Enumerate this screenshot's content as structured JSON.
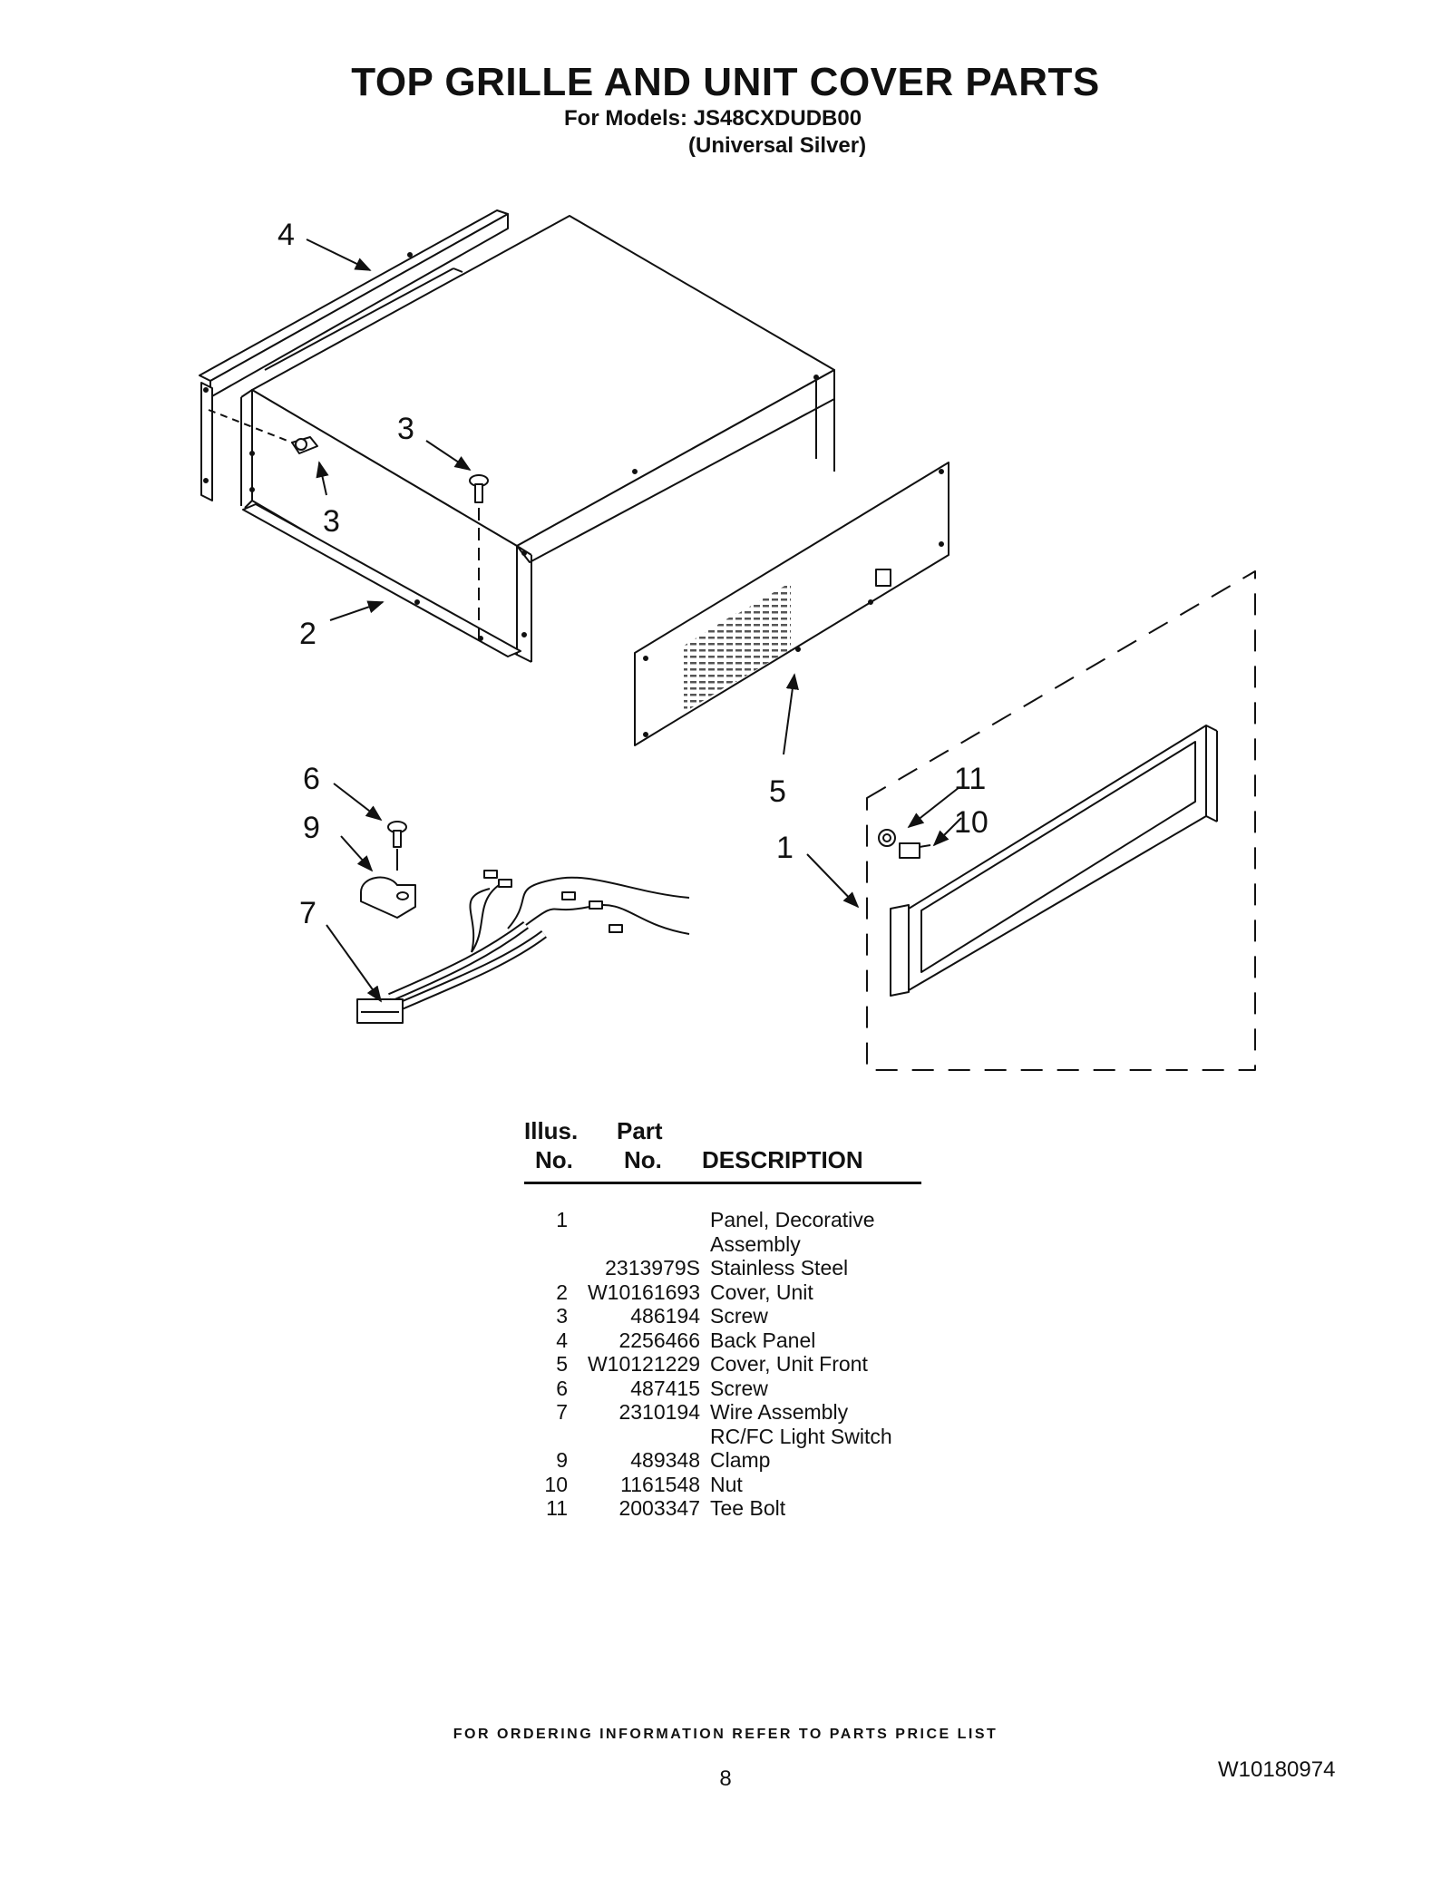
{
  "title": "TOP GRILLE AND UNIT COVER PARTS",
  "models_line": "For Models: JS48CXDUDB00",
  "color_line": "(Universal Silver)",
  "callouts": {
    "c4": "4",
    "c3a": "3",
    "c3b": "3",
    "c2": "2",
    "c5": "5",
    "c1": "1",
    "c11": "11",
    "c10": "10",
    "c6": "6",
    "c9": "9",
    "c7": "7"
  },
  "table_header": {
    "illus_line1": "Illus.",
    "illus_line2": "No.",
    "part_line1": "Part",
    "part_line2": "No.",
    "description": "DESCRIPTION"
  },
  "parts": [
    {
      "no": "1",
      "part": "",
      "desc": "Panel, Decorative"
    },
    {
      "no": "",
      "part": "",
      "desc": "Assembly"
    },
    {
      "no": "",
      "part": "2313979S",
      "desc": "Stainless Steel"
    },
    {
      "no": "2",
      "part": "W10161693",
      "desc": "Cover, Unit"
    },
    {
      "no": "3",
      "part": "486194",
      "desc": "Screw"
    },
    {
      "no": "4",
      "part": "2256466",
      "desc": "Back Panel"
    },
    {
      "no": "5",
      "part": "W10121229",
      "desc": "Cover, Unit Front"
    },
    {
      "no": "6",
      "part": "487415",
      "desc": "Screw"
    },
    {
      "no": "7",
      "part": "2310194",
      "desc": "Wire Assembly"
    },
    {
      "no": "",
      "part": "",
      "desc": "RC/FC Light Switch"
    },
    {
      "no": "9",
      "part": "489348",
      "desc": "Clamp"
    },
    {
      "no": "10",
      "part": "1161548",
      "desc": "Nut"
    },
    {
      "no": "11",
      "part": "2003347",
      "desc": "Tee Bolt"
    }
  ],
  "footer_note": "FOR ORDERING INFORMATION REFER TO PARTS PRICE LIST",
  "page_number": "8",
  "doc_number": "W10180974"
}
